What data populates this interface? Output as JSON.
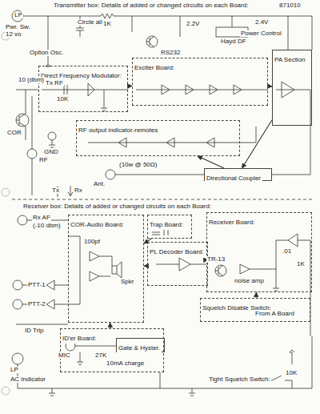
{
  "diagram": {
    "title": "Transmitter box: Details of added or changed circuits on each Board:",
    "nodes": [
      {
        "text": [
          "Direct Frequency Modulator:"
        ]
      },
      {
        "text": [
          "Exciter Board:"
        ]
      },
      {
        "text": [
          "PA Section"
        ]
      },
      {
        "text": [
          "RF output indicator-remotes"
        ]
      },
      {
        "text": [
          "Directional Coupler"
        ]
      },
      {
        "text": [
          "COR-Audio Board:"
        ]
      },
      {
        "text": [
          "Trap Board:"
        ]
      },
      {
        "text": [
          "PL Decoder Board:"
        ]
      },
      {
        "text": [
          "Receiver Board:"
        ]
      },
      {
        "text": [
          "ID'er Board:"
        ]
      },
      {
        "text": [
          "Gate & Hyster."
        ],
        "in": 9
      },
      {
        "text": [
          "Squelch Disable Switch:"
        ]
      }
    ],
    "edges": [
      {
        "from": 0,
        "to": 1,
        "arrow": "to"
      },
      {
        "from": 1,
        "to": 2,
        "arrow": "to"
      },
      {
        "from": 2,
        "to": 4,
        "arrow": "to"
      },
      {
        "from": 4,
        "to": 3,
        "arrow": "to"
      },
      {
        "from": 8,
        "to": 7,
        "arrow": "to"
      },
      {
        "from": 7,
        "to": 5,
        "arrow": "to"
      },
      {
        "from": 6,
        "to": 5,
        "arrow": "to"
      },
      {
        "from": 11,
        "to": 8,
        "arrow": "to"
      },
      {
        "from": 9,
        "to": 5,
        "arrow": "to"
      }
    ],
    "labels": [
      "871010",
      "LP",
      "Pwr. Sw.",
      "12 vo",
      "Circle all",
      "1K",
      "2.2V",
      "RS232",
      "Hayd DF",
      "Power Control",
      "2.4V",
      "Option Osc.",
      "10 (dbm)",
      "Tx RF",
      "COR",
      "GND",
      "10K",
      "RF",
      "Ant.",
      "(10w @ 50Ω)",
      "Tx",
      "Rx",
      "Receiver box: Details of added or changed circuits on each Board:",
      "Rx AF",
      "(-10 dbm)",
      "PTT-1",
      "PTT-2",
      "ID Trip",
      "Spkr",
      "MIC",
      "LP",
      "AC Indicator",
      "noise amp",
      "TR-13",
      "From A Board",
      "Tight Squelch Switch:",
      "10K",
      "27K",
      "10mA charge",
      "100pf",
      ".01",
      "1K"
    ]
  }
}
